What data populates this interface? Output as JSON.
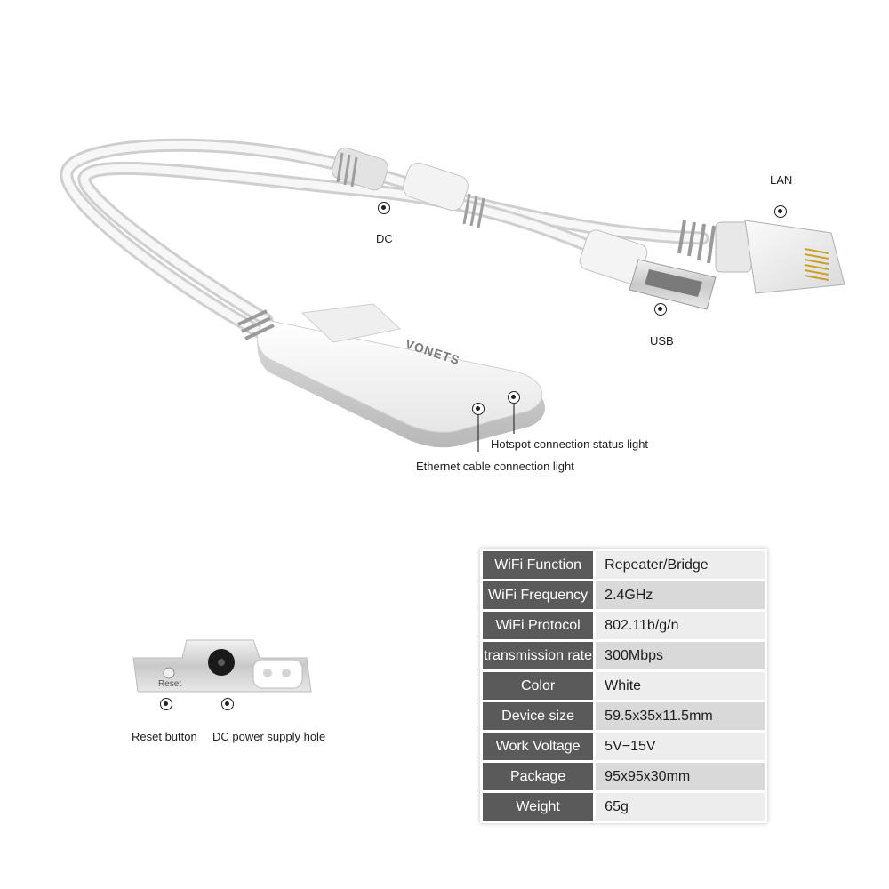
{
  "callouts": {
    "dc": "DC",
    "lan": "LAN",
    "usb": "USB",
    "hotspot_light": "Hotspot connection status light",
    "ethernet_light": "Ethernet cable connection light",
    "reset_button": "Reset button",
    "dc_hole": "DC power supply hole",
    "reset_engraving": "Reset"
  },
  "brand_logo": "VONETS",
  "specs": [
    {
      "label": "WiFi Function",
      "value": "Repeater/Bridge"
    },
    {
      "label": "WiFi Frequency",
      "value": "2.4GHz"
    },
    {
      "label": "WiFi Protocol",
      "value": "802.11b/g/n"
    },
    {
      "label": "transmission rate",
      "value": "300Mbps"
    },
    {
      "label": "Color",
      "value": "White"
    },
    {
      "label": "Device size",
      "value": "59.5x35x11.5mm"
    },
    {
      "label": "Work Voltage",
      "value": "5V−15V"
    },
    {
      "label": "Package",
      "value": "95x95x30mm"
    },
    {
      "label": "Weight",
      "value": "65g"
    }
  ],
  "colors": {
    "label_bg": "#5a5a5a",
    "value_bg_light": "#ededed",
    "value_bg_dark": "#d9d9d9",
    "device_body": "#f4f4f4",
    "ethernet_led": "#2fbf8f",
    "hotspot_led": "#3a8fd8"
  }
}
